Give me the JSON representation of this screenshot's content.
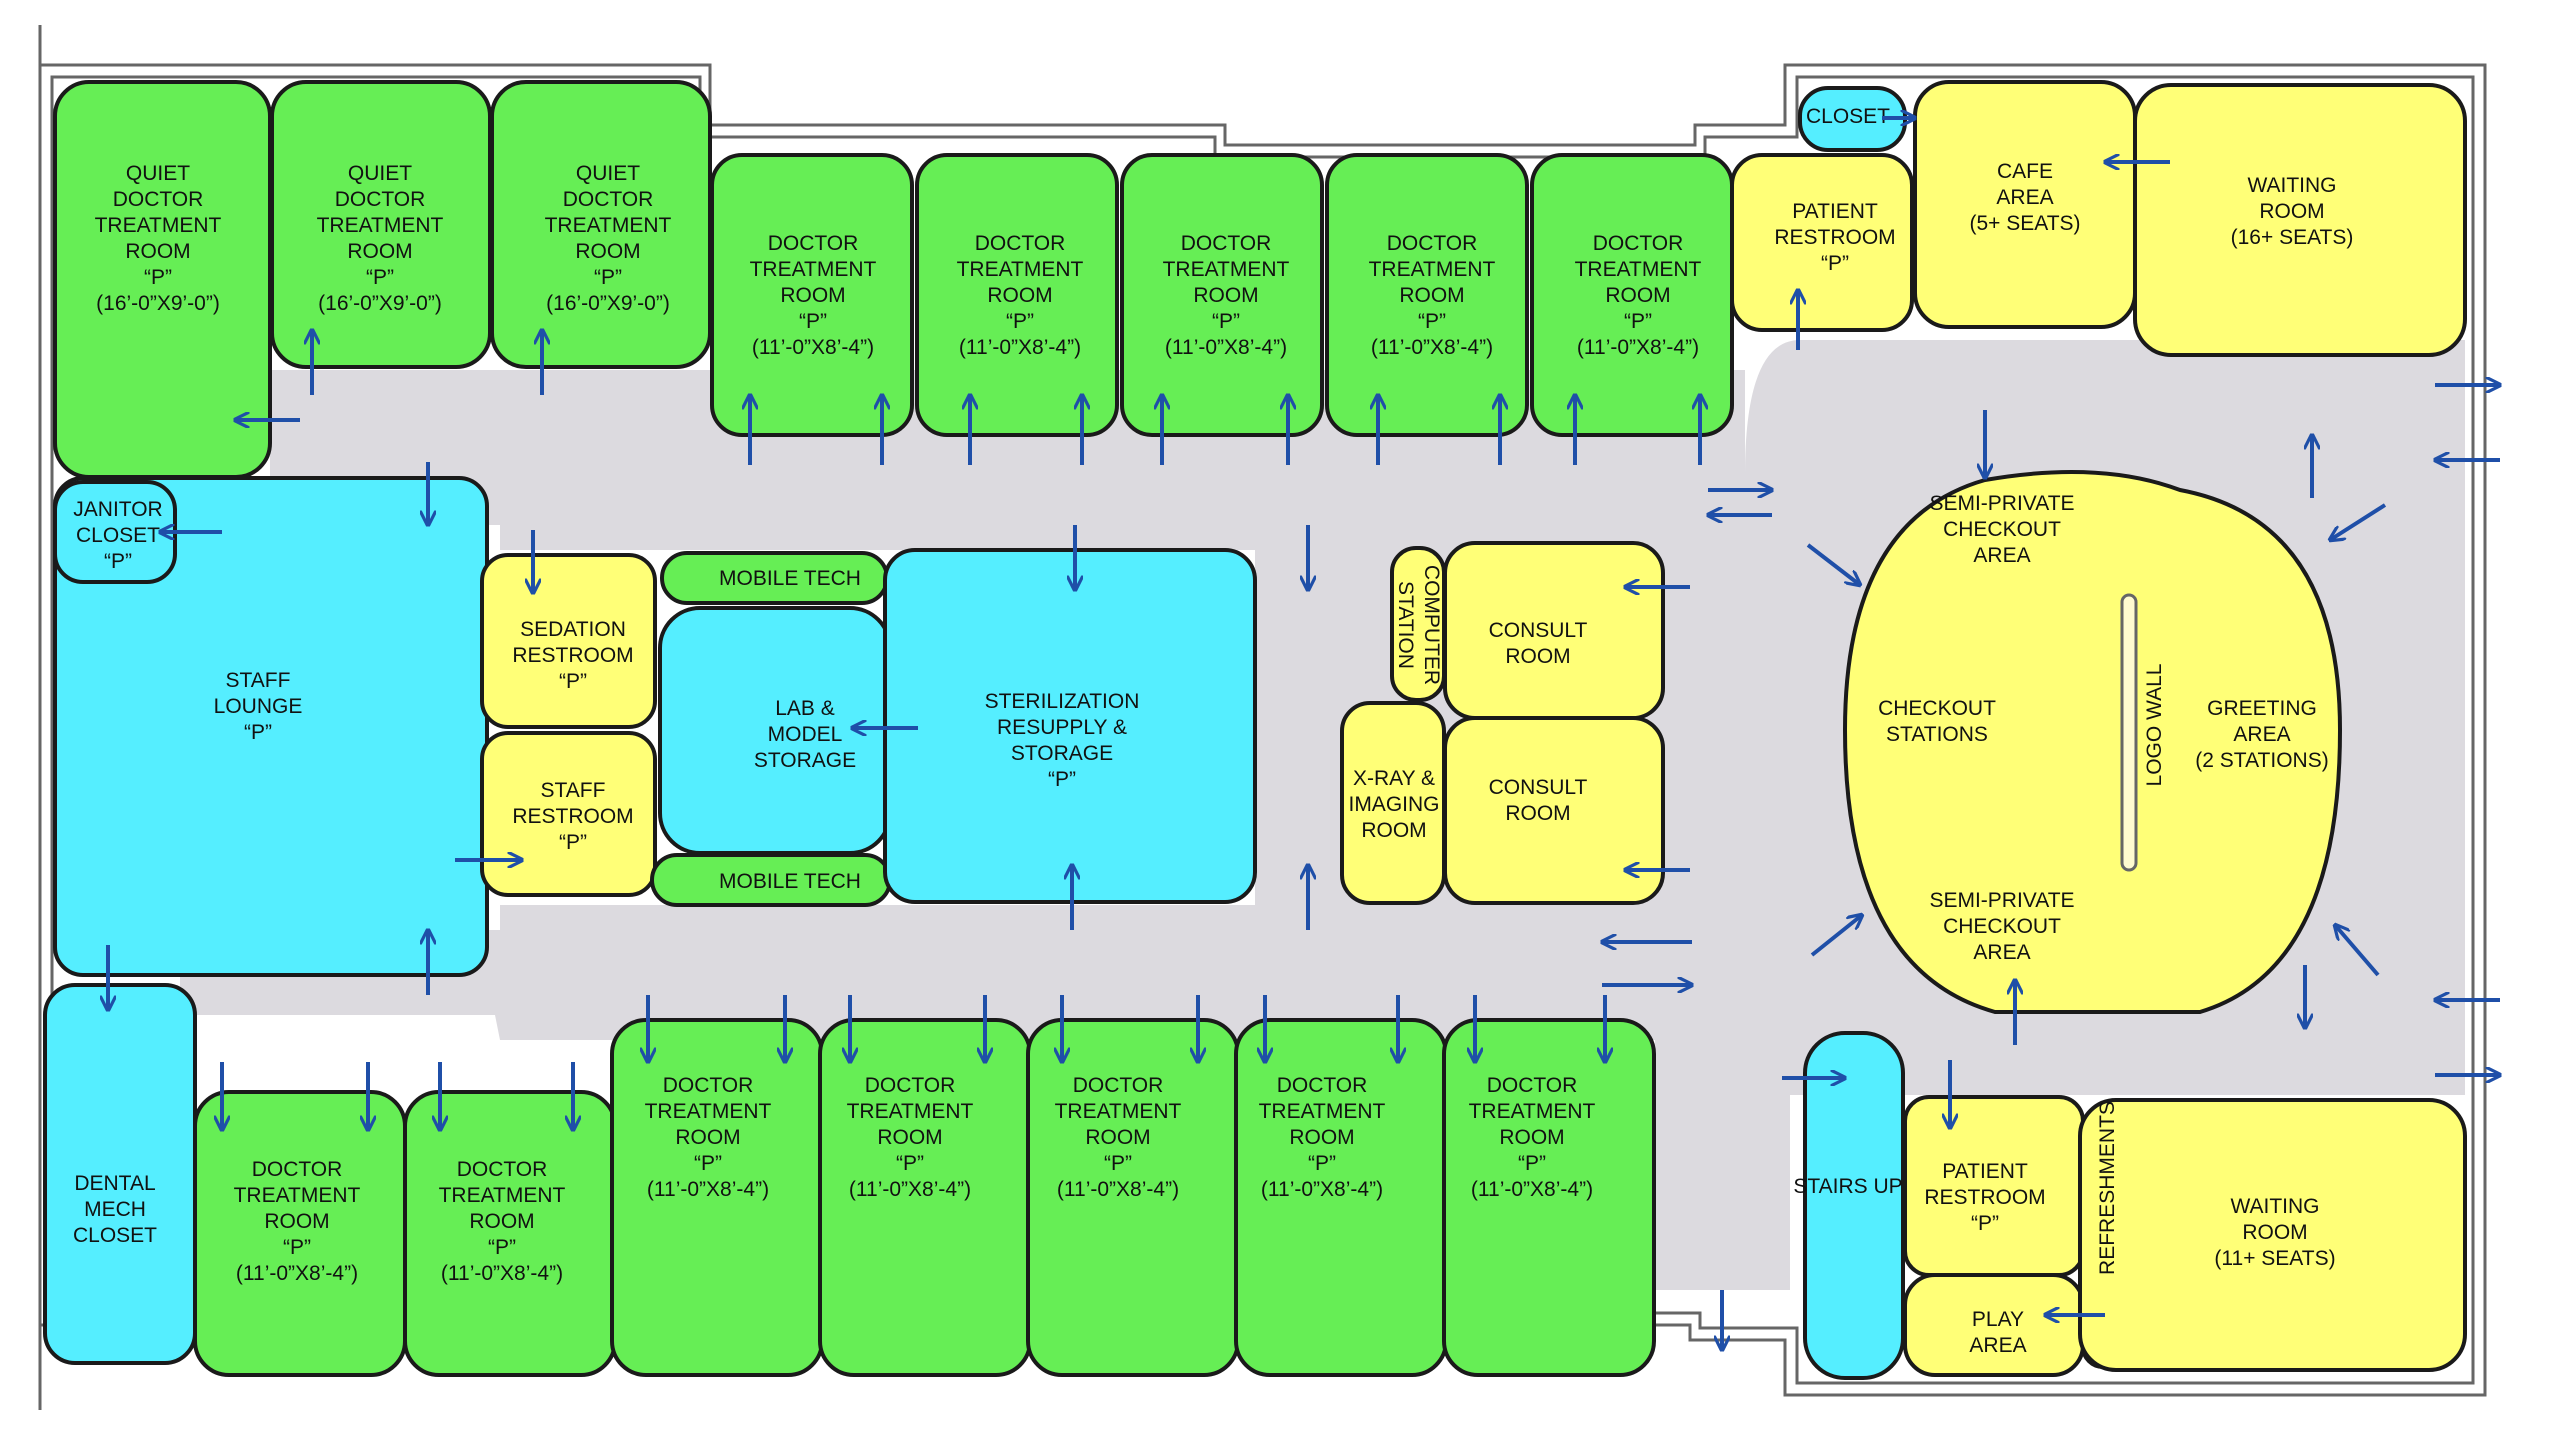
{
  "rooms": {
    "quiet1": [
      "QUIET",
      "DOCTOR",
      "TREATMENT",
      "ROOM",
      "“P”",
      "(16’-0”X9’-0”)"
    ],
    "quiet2": [
      "QUIET",
      "DOCTOR",
      "TREATMENT",
      "ROOM",
      "“P”",
      "(16’-0”X9’-0”)"
    ],
    "quiet3": [
      "QUIET",
      "DOCTOR",
      "TREATMENT",
      "ROOM",
      "“P”",
      "(16’-0”X9’-0”)"
    ],
    "top1": [
      "DOCTOR",
      "TREATMENT",
      "ROOM",
      "“P”",
      "(11’-0”X8’-4”)"
    ],
    "top2": [
      "DOCTOR",
      "TREATMENT",
      "ROOM",
      "“P”",
      "(11’-0”X8’-4”)"
    ],
    "top3": [
      "DOCTOR",
      "TREATMENT",
      "ROOM",
      "“P”",
      "(11’-0”X8’-4”)"
    ],
    "top4": [
      "DOCTOR",
      "TREATMENT",
      "ROOM",
      "“P”",
      "(11’-0”X8’-4”)"
    ],
    "top5": [
      "DOCTOR",
      "TREATMENT",
      "ROOM",
      "“P”",
      "(11’-0”X8’-4”)"
    ],
    "patient_restroom_top": [
      "PATIENT",
      "RESTROOM",
      "“P”"
    ],
    "closet": [
      "CLOSET"
    ],
    "cafe": [
      "CAFE",
      "AREA",
      "(5+ SEATS)"
    ],
    "waiting_top": [
      "WAITING",
      "ROOM",
      "(16+ SEATS)"
    ],
    "janitor": [
      "JANITOR",
      "CLOSET",
      "“P”"
    ],
    "staff_lounge": [
      "STAFF",
      "LOUNGE",
      "“P”"
    ],
    "sedation": [
      "SEDATION",
      "RESTROOM",
      "“P”"
    ],
    "staff_restroom": [
      "STAFF",
      "RESTROOM",
      "“P”"
    ],
    "mobile_tech_1": [
      "MOBILE TECH"
    ],
    "mobile_tech_2": [
      "MOBILE TECH"
    ],
    "lab": [
      "LAB &",
      "MODEL",
      "STORAGE"
    ],
    "sterilization": [
      "STERILIZATION",
      "RESUPPLY &",
      "STORAGE",
      "“P”"
    ],
    "computer": [
      "COMPUTER",
      "STATION"
    ],
    "consult1": [
      "CONSULT",
      "ROOM"
    ],
    "consult2": [
      "CONSULT",
      "ROOM"
    ],
    "xray": [
      "X-RAY &",
      "IMAGING",
      "ROOM"
    ],
    "checkout_top": [
      "SEMI-PRIVATE",
      "CHECKOUT",
      "AREA"
    ],
    "checkout_stations": [
      "CHECKOUT",
      "STATIONS"
    ],
    "logo_wall": [
      "LOGO WALL"
    ],
    "greeting": [
      "GREETING",
      "AREA",
      "(2 STATIONS)"
    ],
    "checkout_bottom": [
      "SEMI-PRIVATE",
      "CHECKOUT",
      "AREA"
    ],
    "dental_mech": [
      "DENTAL",
      "MECH",
      "CLOSET"
    ],
    "bot1": [
      "DOCTOR",
      "TREATMENT",
      "ROOM",
      "“P”",
      "(11’-0”X8’-4”)"
    ],
    "bot2": [
      "DOCTOR",
      "TREATMENT",
      "ROOM",
      "“P”",
      "(11’-0”X8’-4”)"
    ],
    "bot3": [
      "DOCTOR",
      "TREATMENT",
      "ROOM",
      "“P”",
      "(11’-0”X8’-4”)"
    ],
    "bot4": [
      "DOCTOR",
      "TREATMENT",
      "ROOM",
      "“P”",
      "(11’-0”X8’-4”)"
    ],
    "bot5": [
      "DOCTOR",
      "TREATMENT",
      "ROOM",
      "“P”",
      "(11’-0”X8’-4”)"
    ],
    "bot6": [
      "DOCTOR",
      "TREATMENT",
      "ROOM",
      "“P”",
      "(11’-0”X8’-4”)"
    ],
    "bot7": [
      "DOCTOR",
      "TREATMENT",
      "ROOM",
      "“P”",
      "(11’-0”X8’-4”)"
    ],
    "stairs": [
      "STAIRS UP"
    ],
    "patient_restroom_bottom": [
      "PATIENT",
      "RESTROOM",
      "“P”"
    ],
    "refreshments": [
      "REFRESHMENTS"
    ],
    "play": [
      "PLAY",
      "AREA"
    ],
    "waiting_bottom": [
      "WAITING",
      "ROOM",
      "(11+ SEATS)"
    ]
  },
  "colors": {
    "treatment": "#66ee55",
    "public": "#ffff77",
    "support": "#55eeff",
    "corridor": "#dcdadf",
    "arrow": "#1f4fa8"
  }
}
